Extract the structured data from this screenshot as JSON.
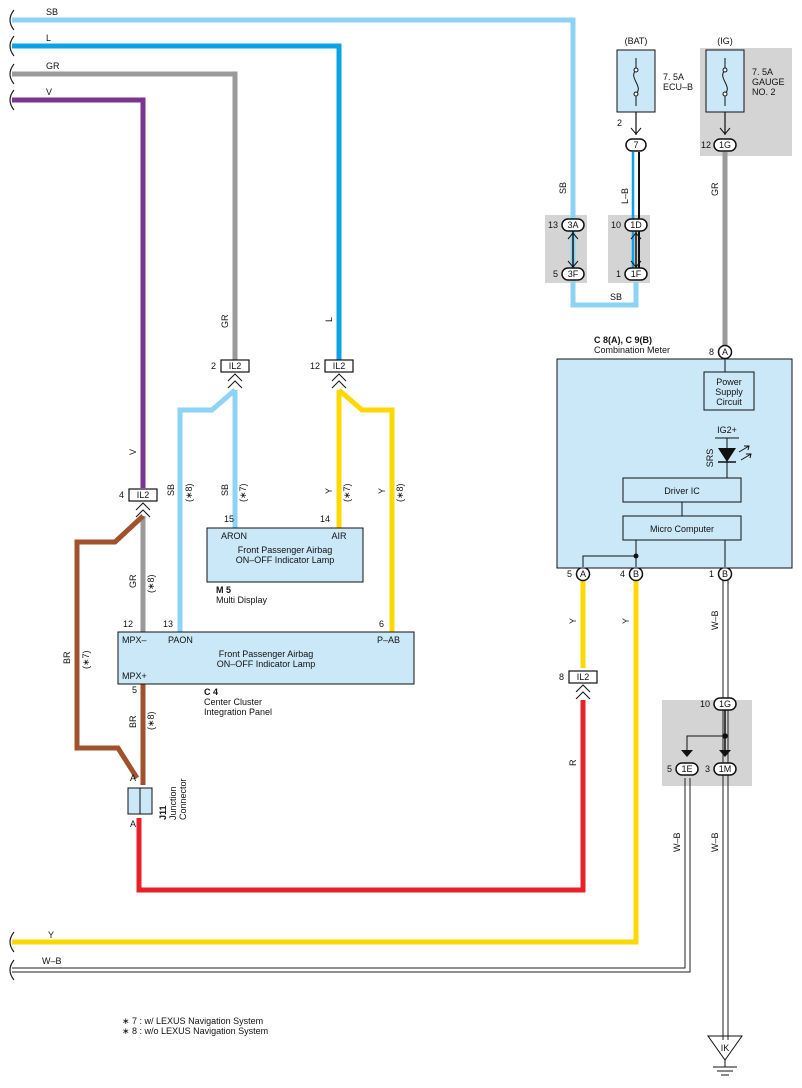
{
  "colors": {
    "SB": "#8dd3f5",
    "L": "#0aa3e6",
    "GR": "#9a9a9a",
    "V": "#7a3591",
    "BR": "#a0522d",
    "Y": "#ffd800",
    "R": "#e8202a",
    "box_fill": "#cbe8f8",
    "shade": "#d4d4d4"
  },
  "wire_labels": {
    "sb_top": "SB",
    "l_top": "L",
    "gr_top": "GR",
    "v_top": "V",
    "sb_right": "SB",
    "lb": "L–B",
    "gr_right": "GR",
    "sb_bottom": "SB",
    "gr_mid": "GR",
    "l_mid": "L",
    "v_mid": "V",
    "sb_p8": "SB",
    "sb_p8_note": "(∗8)",
    "sb_p7": "SB",
    "sb_p7_note": "(∗7)",
    "y_p7": "Y",
    "y_p7_note": "(∗7)",
    "y_p8": "Y",
    "y_p8_note": "(∗8)",
    "gr_p8": "GR",
    "gr_p8_note": "(∗8)",
    "br_p7": "BR",
    "br_p7_note": "(∗7)",
    "br_p8": "BR",
    "br_p8_note": "(∗8)",
    "y_a5": "Y",
    "y_b4": "Y",
    "wb_b1": "W–B",
    "r": "R",
    "wb_1e": "W–B",
    "wb_1m": "W–B",
    "y_bottom": "Y",
    "wb_bottom": "W–B"
  },
  "fuses": {
    "bat": {
      "source": "(BAT)",
      "rating": "7. 5A",
      "name": "ECU–B"
    },
    "ig": {
      "source": "(IG)",
      "rating": "7. 5A",
      "name1": "GAUGE",
      "name2": "NO. 2"
    }
  },
  "connectors": {
    "p7": {
      "label": "7",
      "pin": "2"
    },
    "p3a": {
      "label": "3A",
      "pin": "13"
    },
    "p3f": {
      "label": "3F",
      "pin": "5"
    },
    "p1d": {
      "label": "1D",
      "pin": "10"
    },
    "p1f": {
      "label": "1F",
      "pin": "1"
    },
    "p1g_top": {
      "label": "1G",
      "pin": "12"
    },
    "il2_gr": {
      "label": "IL2",
      "pin": "2"
    },
    "il2_l": {
      "label": "IL2",
      "pin": "12"
    },
    "il2_v": {
      "label": "IL2",
      "pin": "4"
    },
    "il2_r": {
      "label": "IL2",
      "pin": "8"
    },
    "meter_a8": {
      "label": "A",
      "pin": "8"
    },
    "meter_a5": {
      "label": "A",
      "pin": "5"
    },
    "meter_b4": {
      "label": "B",
      "pin": "4"
    },
    "meter_b1": {
      "label": "B",
      "pin": "1"
    },
    "p1g_bottom": {
      "label": "1G",
      "pin": "10"
    },
    "p1e": {
      "label": "1E",
      "pin": "5"
    },
    "p1m": {
      "label": "1M",
      "pin": "3"
    },
    "j11_top": {
      "label": "A"
    },
    "j11_bottom": {
      "label": "A"
    },
    "ground": {
      "label": "IK"
    }
  },
  "meter": {
    "code": "C 8(A), C 9(B)",
    "name": "Combination Meter",
    "power1": "Power",
    "power2": "Supply",
    "power3": "Circuit",
    "ig2": "IG2+",
    "srs": "SRS",
    "driver": "Driver IC",
    "micro": "Micro Computer"
  },
  "display": {
    "code": "M 5",
    "name": "Multi Display",
    "pin_aron": "15",
    "pin_air": "14",
    "aron": "ARON",
    "air": "AIR",
    "line1": "Front Passenger Airbag",
    "line2": "ON–OFF Indicator Lamp"
  },
  "cluster": {
    "code": "C 4",
    "name1": "Center Cluster",
    "name2": "Integration Panel",
    "pin_mpxm": "12",
    "pin_paon": "13",
    "pin_pab": "6",
    "pin_mpxp": "5",
    "mpxm": "MPX–",
    "paon": "PAON",
    "pab": "P–AB",
    "mpxp": "MPX+",
    "line1": "Front Passenger Airbag",
    "line2": "ON–OFF Indicator Lamp"
  },
  "junction": {
    "code": "J11",
    "name1": "Junction",
    "name2": "Connector"
  },
  "notes": {
    "n7": "∗ 7 : w/ LEXUS Navigation System",
    "n8": "∗ 8 : w/o LEXUS Navigation System"
  }
}
